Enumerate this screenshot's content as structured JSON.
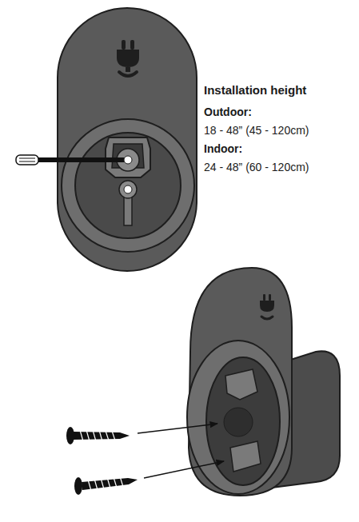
{
  "diagram": {
    "labels": [
      "Installation height",
      "Outdoor:",
      "18 - 48” (45 - 120cm)",
      "Indoor:",
      "24 - 48” (60 - 120cm)"
    ]
  }
}
